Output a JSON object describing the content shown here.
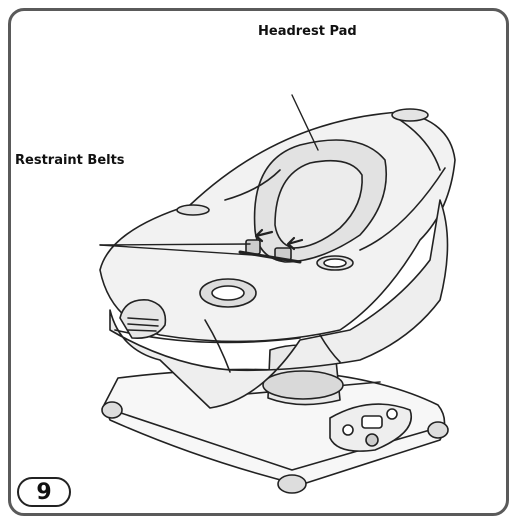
{
  "labels": {
    "headrest_pad": "Headrest Pad",
    "restraint_belts": "Restraint Belts"
  },
  "step": {
    "number": "9"
  },
  "colors": {
    "line": "#222222",
    "pad": "#e6e6e6",
    "seat": "#f2f2f2",
    "frame": "#5a5a5a"
  }
}
